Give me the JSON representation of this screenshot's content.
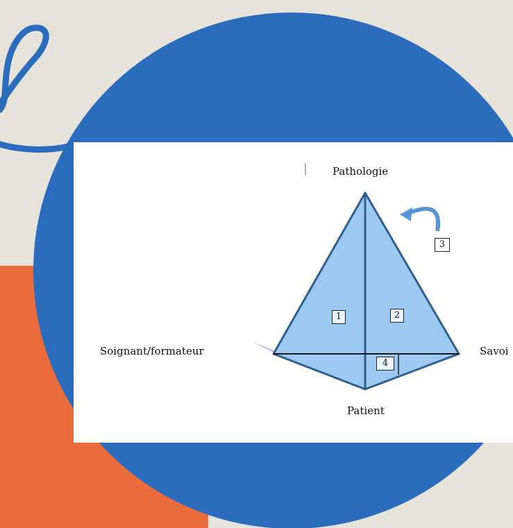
{
  "colors": {
    "background": "#e6e4da",
    "big_circle": "#2b6cbd",
    "orange_block": "#ea6c3d",
    "squiggle": "#2b6cbd",
    "pyramid_fill": "#9cc8f2",
    "pyramid_stroke": "#2e5f8f",
    "shadow_wedge": "#b9b7ee",
    "arrow": "#5a95d3"
  },
  "diagram": {
    "nodes": {
      "top": "Pathologie",
      "left": "Soignant/formateur",
      "right": "Savoi",
      "bottom": "Patient"
    },
    "numbers": {
      "n1": "1",
      "n2": "2",
      "n3": "3",
      "n4": "4"
    }
  },
  "decorations": {
    "circle": "large-blue-circle",
    "block": "orange-rectangle",
    "squiggle": "curly-line"
  }
}
